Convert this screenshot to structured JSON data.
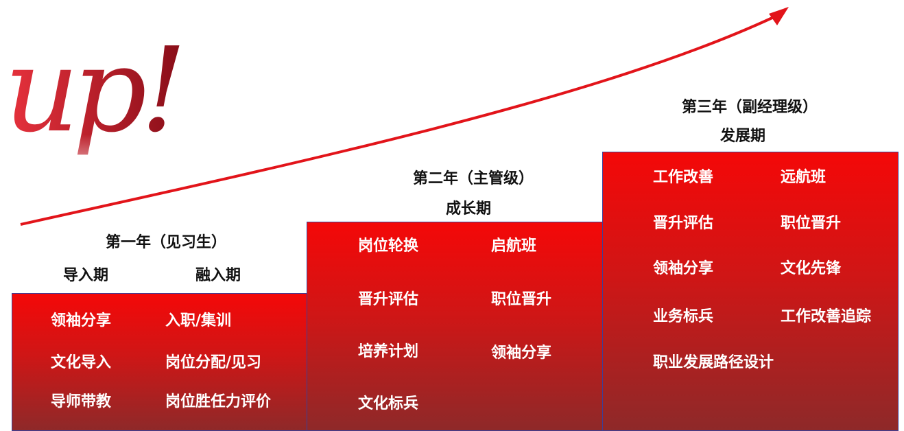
{
  "logo": {
    "text": "up!"
  },
  "stage1": {
    "title": "第一年（见习生）",
    "phase_a": "导入期",
    "phase_b": "融入期",
    "col1": [
      "领袖分享",
      "文化导入",
      "导师带教"
    ],
    "col2": [
      "入职/集训",
      "岗位分配/见习",
      "岗位胜任力评价"
    ]
  },
  "stage2": {
    "title": "第二年（主管级）",
    "phase": "成长期",
    "col1": [
      "岗位轮换",
      "晋升评估",
      "培养计划",
      "文化标兵"
    ],
    "col2": [
      "启航班",
      "职位晋升",
      "领袖分享"
    ]
  },
  "stage3": {
    "title": "第三年（副经理级）",
    "phase": "发展期",
    "col1": [
      "工作改善",
      "晋升评估",
      "领袖分享",
      "业务标兵",
      "职业发展路径设计"
    ],
    "col2": [
      "远航班",
      "职位晋升",
      "文化先锋",
      "工作改善追踪"
    ]
  },
  "colors": {
    "block_top": "#f40808",
    "block_bottom": "#8e2929",
    "arrow": "#e2141a",
    "logo": "#c41d2b"
  }
}
